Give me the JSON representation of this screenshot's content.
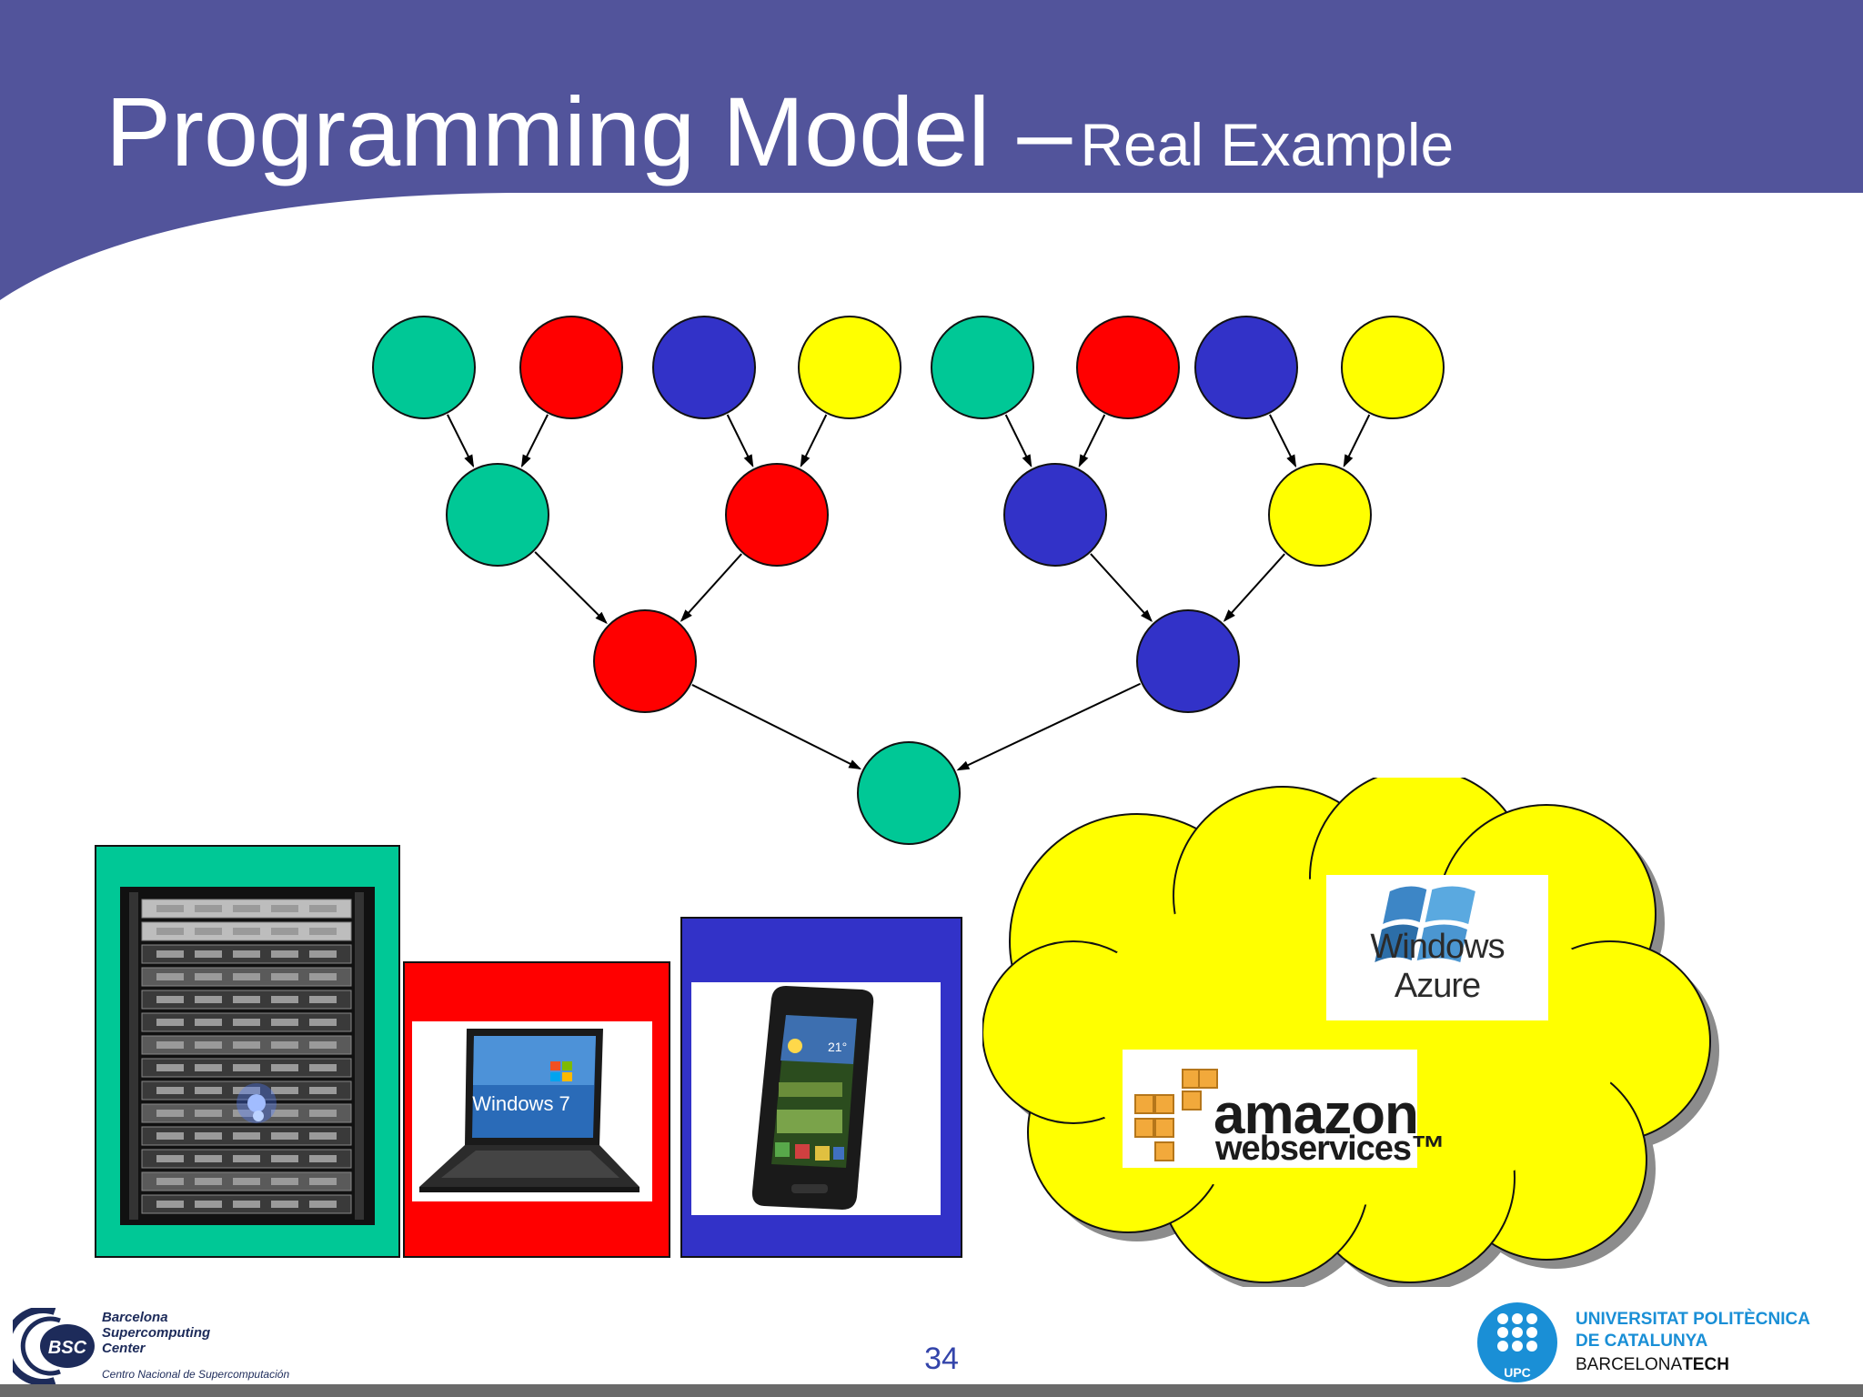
{
  "slide": {
    "title_main": "Programming Model –",
    "title_sub": "Real Example",
    "page_number": "34"
  },
  "colors": {
    "header": "#52549b",
    "green": "#00c896",
    "red": "#ff0000",
    "blue": "#3232c8",
    "yellow": "#ffff00",
    "cloud": "#ffff00"
  },
  "diagram": {
    "levels": [
      [
        "green",
        "red",
        "blue",
        "yellow",
        "green",
        "red",
        "blue",
        "yellow"
      ],
      [
        "green",
        "red",
        "blue",
        "yellow"
      ],
      [
        "red",
        "blue"
      ],
      [
        "green"
      ]
    ]
  },
  "devices": [
    {
      "name": "server-rack",
      "color": "green"
    },
    {
      "name": "laptop",
      "color": "red",
      "os_label": "Windows 7"
    },
    {
      "name": "smartphone",
      "color": "blue"
    }
  ],
  "cloud": {
    "azure_label": "Windows Azure",
    "aws_word": "amazon",
    "aws_sub": "webservices™"
  },
  "footer": {
    "bsc_badge": "BSC",
    "bsc_name_1": "Barcelona",
    "bsc_name_2": "Supercomputing",
    "bsc_name_3": "Center",
    "bsc_sub": "Centro Nacional de Supercomputación",
    "upc_line1": "UNIVERSITAT POLITÈCNICA",
    "upc_line2": "DE CATALUNYA",
    "upc_line3a": "BARCELONA",
    "upc_line3b": "TECH",
    "upc_badge": "UPC"
  }
}
